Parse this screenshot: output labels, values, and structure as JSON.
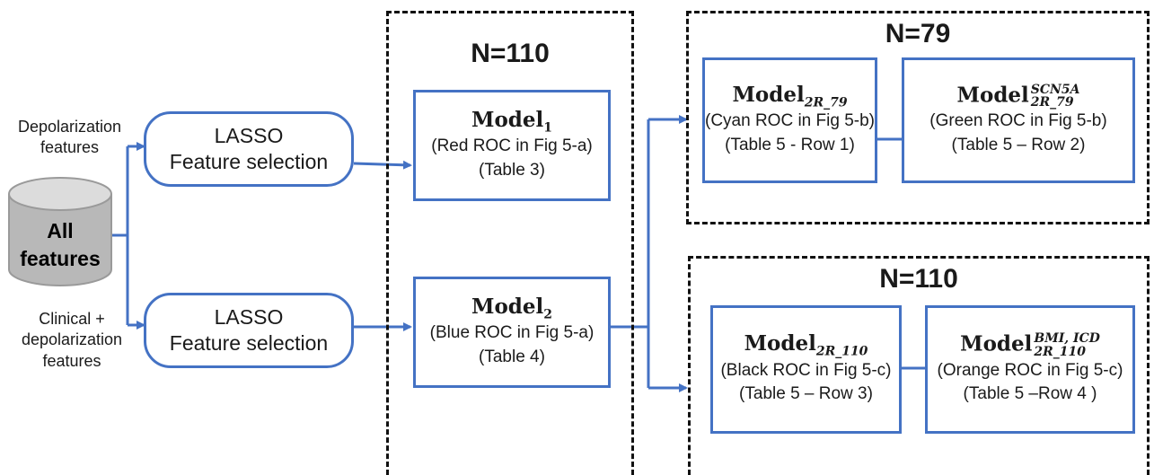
{
  "inputs": {
    "top_label": "Depolarization\nfeatures",
    "bottom_label": "Clinical +\ndepolarization\nfeatures",
    "database_label": "All\nfeatures"
  },
  "lasso_top": {
    "line1": "LASSO",
    "line2": "Feature selection"
  },
  "lasso_bottom": {
    "line1": "LASSO",
    "line2": "Feature selection"
  },
  "group_center": {
    "title": "N=110"
  },
  "group_top_right": {
    "title": "N=79"
  },
  "group_bottom_right": {
    "title": "N=110"
  },
  "model1": {
    "name": "Model",
    "sub": "1",
    "roc": "(Red ROC in Fig 5-a)",
    "table": "(Table 3)"
  },
  "model2": {
    "name": "Model",
    "sub": "2",
    "roc": "(Blue ROC in Fig 5-a)",
    "table": "(Table 4)"
  },
  "model_2r79": {
    "name": "Model",
    "sub": "2R_79",
    "roc": "(Cyan ROC in Fig 5-b)",
    "table": "(Table 5 - Row 1)"
  },
  "model_2r79_scn5a": {
    "name": "Model",
    "sup": "SCN5A",
    "sub": "2R_79",
    "roc": "(Green ROC in Fig 5-b)",
    "table": "(Table 5 – Row 2)"
  },
  "model_2r110": {
    "name": "Model",
    "sub": "2R_110",
    "roc": "(Black ROC in Fig 5-c)",
    "table": "(Table 5 – Row 3)"
  },
  "model_2r110_bmi": {
    "name": "Model",
    "sup": "BMI, ICD",
    "sub": "2R_110",
    "roc": "(Orange ROC in Fig 5-c)",
    "table": "(Table 5 –Row 4 )"
  },
  "colors": {
    "accent": "#4472C4",
    "database_fill": "#b8b8b8",
    "database_top": "#dcdcdc",
    "dash": "#111111"
  }
}
